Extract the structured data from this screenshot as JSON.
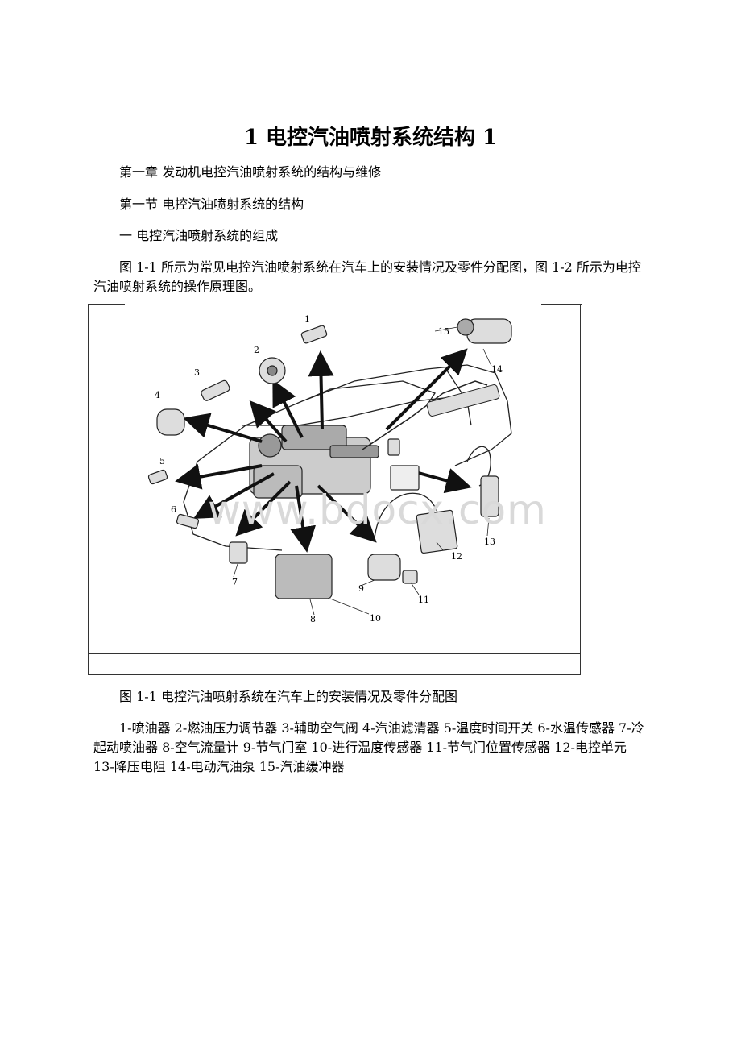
{
  "title": "1 电控汽油喷射系统结构 1",
  "paragraphs": {
    "chapter": "第一章 发动机电控汽油喷射系统的结构与维修",
    "section": "第一节 电控汽油喷射系统的结构",
    "subsection": "一 电控汽油喷射系统的组成",
    "intro": "图 1-1 所示为常见电控汽油喷射系统在汽车上的安装情况及零件分配图，图 1-2 所示为电控汽油喷射系统的操作原理图。",
    "caption": "图 1-1 电控汽油喷射系统在汽车上的安装情况及零件分配图",
    "legend": "1-喷油器 2-燃油压力调节器 3-辅助空气阀 4-汽油滤清器 5-温度时间开关 6-水温传感器 7-冷起动喷油器 8-空气流量计 9-节气门室 10-进行温度传感器 11-节气门位置传感器 12-电控单元 13-降压电阻 14-电动汽油泵 15-汽油缓冲器"
  },
  "figure": {
    "watermark": "www.bdocx.com",
    "callouts": [
      "1",
      "2",
      "3",
      "4",
      "5",
      "6",
      "7",
      "8",
      "9",
      "10",
      "11",
      "12",
      "13",
      "14",
      "15"
    ]
  }
}
